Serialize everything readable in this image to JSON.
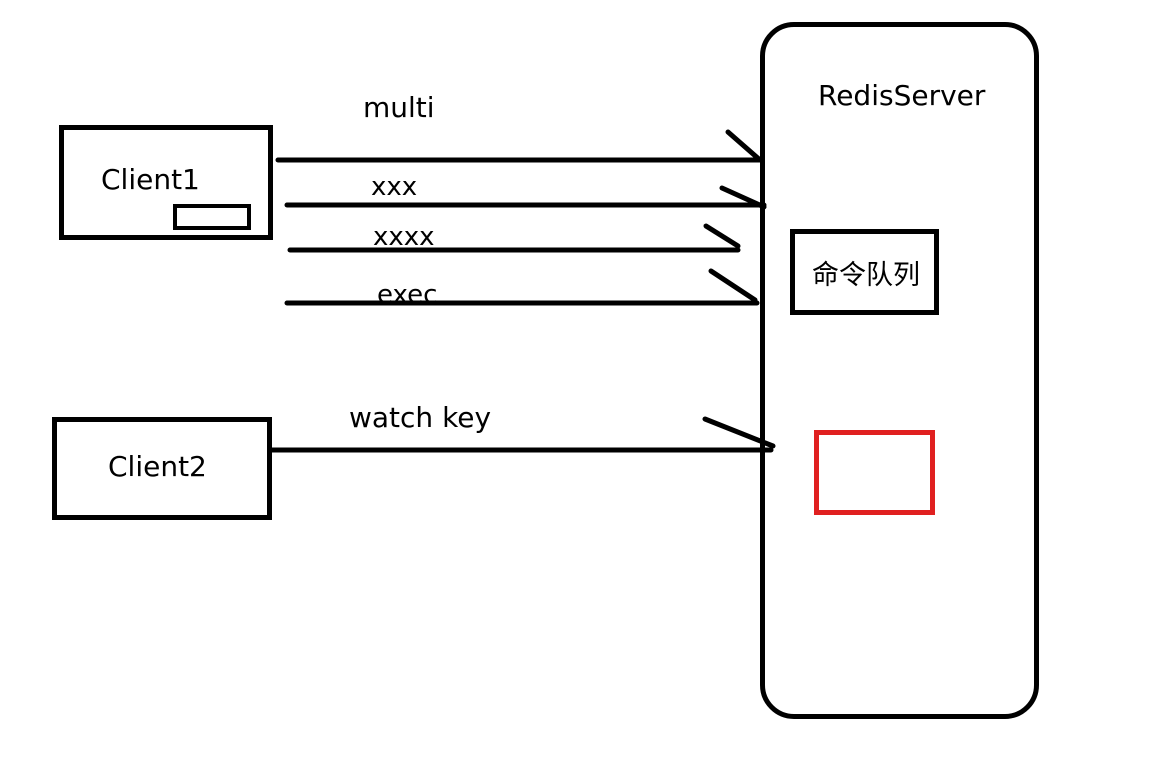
{
  "diagram": {
    "client1": {
      "label": "Client1"
    },
    "client2": {
      "label": "Client2"
    },
    "server": {
      "label": "RedisServer",
      "queue_label": "命令队列"
    },
    "arrows": {
      "multi": "multi",
      "xxx": "xxx",
      "xxxx": "xxxx",
      "exec": "exec",
      "watch": "watch key"
    },
    "colors": {
      "stroke": "#000000",
      "highlight": "#e02020",
      "background": "#ffffff"
    }
  }
}
